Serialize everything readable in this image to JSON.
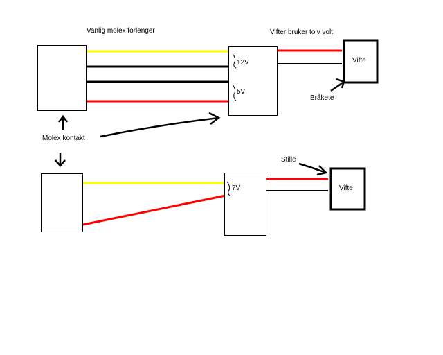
{
  "labels": {
    "top_title": "Vanlig molex forlenger",
    "top_right_title": "Vifter bruker tolv volt",
    "v12": "12V",
    "v5": "5V",
    "fan_top": "Vifte",
    "brakete": "Bråkete",
    "molex_kontakt": "Molex kontakt",
    "v7": "7V",
    "stille": "Stille",
    "fan_bottom": "Vifte"
  },
  "colors": {
    "yellow": "#ffff00",
    "red": "#ff0000",
    "black": "#000000"
  }
}
